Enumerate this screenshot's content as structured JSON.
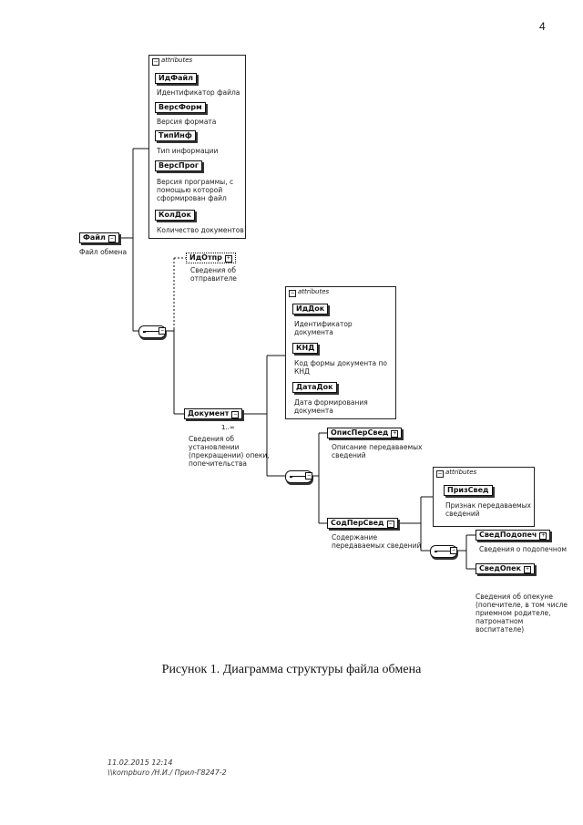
{
  "page_number": "4",
  "attributes_label": "attributes",
  "root": {
    "name": "Файл",
    "desc": "Файл обмена"
  },
  "root_attributes": [
    {
      "name": "ИдФайл",
      "desc": "Идентификатор файла"
    },
    {
      "name": "ВерсФорм",
      "desc": "Версия формата"
    },
    {
      "name": "ТипИнф",
      "desc": "Тип информации"
    },
    {
      "name": "ВерсПрог",
      "desc": "Версия программы, с помощью которой сформирован файл"
    },
    {
      "name": "КолДок",
      "desc": "Количество документов"
    }
  ],
  "sender": {
    "name": "ИдОтпр",
    "desc": "Сведения об отправителе"
  },
  "document": {
    "name": "Документ",
    "multiplicity": "1..∞",
    "desc": "Сведения об установлении (прекращении) опеки, попечительства"
  },
  "document_attributes": [
    {
      "name": "ИдДок",
      "desc": "Идентификатор документа"
    },
    {
      "name": "КНД",
      "desc": "Код формы документа по КНД"
    },
    {
      "name": "ДатаДок",
      "desc": "Дата формирования документа"
    }
  ],
  "opis": {
    "name": "ОписПерСвед",
    "desc": "Описание передаваемых сведений"
  },
  "sod": {
    "name": "СодПерСвед",
    "desc": "Содержание передаваемых сведений"
  },
  "sod_attributes": [
    {
      "name": "ПризСвед",
      "desc": "Признак передаваемых сведений"
    }
  ],
  "podopech": {
    "name": "СведПодопеч",
    "desc": "Сведения о подопечном"
  },
  "opek": {
    "name": "СведОпек",
    "desc": "Сведения об опекуне (попечителе, в том числе приемном родителе, патронатном воспитателе)"
  },
  "caption": "Рисунок 1. Диаграмма структуры файла обмена",
  "footer": {
    "line1": "11.02.2015 12:14",
    "line2": "\\\\kompburo /Н.И./ Прил-Г8247-2"
  }
}
